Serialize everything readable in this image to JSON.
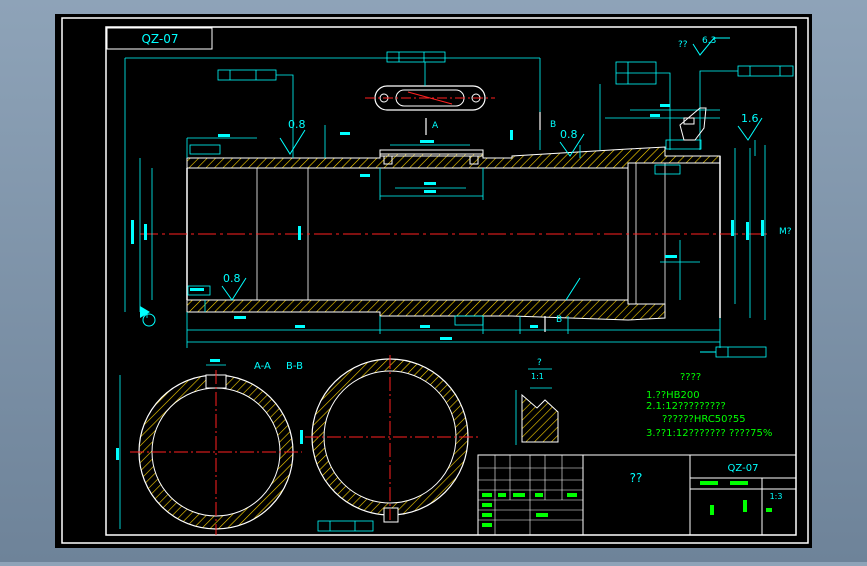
{
  "drawing_number": "QZ-07",
  "surface_roughness": {
    "general_prefix": "??",
    "general": "6.3",
    "outer_left": "0.8",
    "outer_mid": "0.8",
    "inner_bottom": "0.8",
    "end_face": "1.6"
  },
  "sections": {
    "a_label": "A",
    "b_label": "B",
    "aa_title": "A-A",
    "bb_title": "B-B"
  },
  "detail": {
    "label": "?",
    "scale": "1:1"
  },
  "datum": "M?",
  "tech_requirements": {
    "title": "????",
    "line1": "1.??HB200",
    "line2": "2.1:12?????????",
    "line2b": "??????HRC50?55",
    "line3": "3.??1:12??????? ????75%"
  },
  "title_block": {
    "part_name": "??",
    "drawing_number": "QZ-07",
    "scale": "1:3"
  },
  "colors": {
    "background": "#000000",
    "frame": "#ffffff",
    "outline": "#ffffff",
    "dimension": "#00ffff",
    "hatch": "#ffd600",
    "centerline": "#ff2020",
    "text": "#00ff00"
  }
}
